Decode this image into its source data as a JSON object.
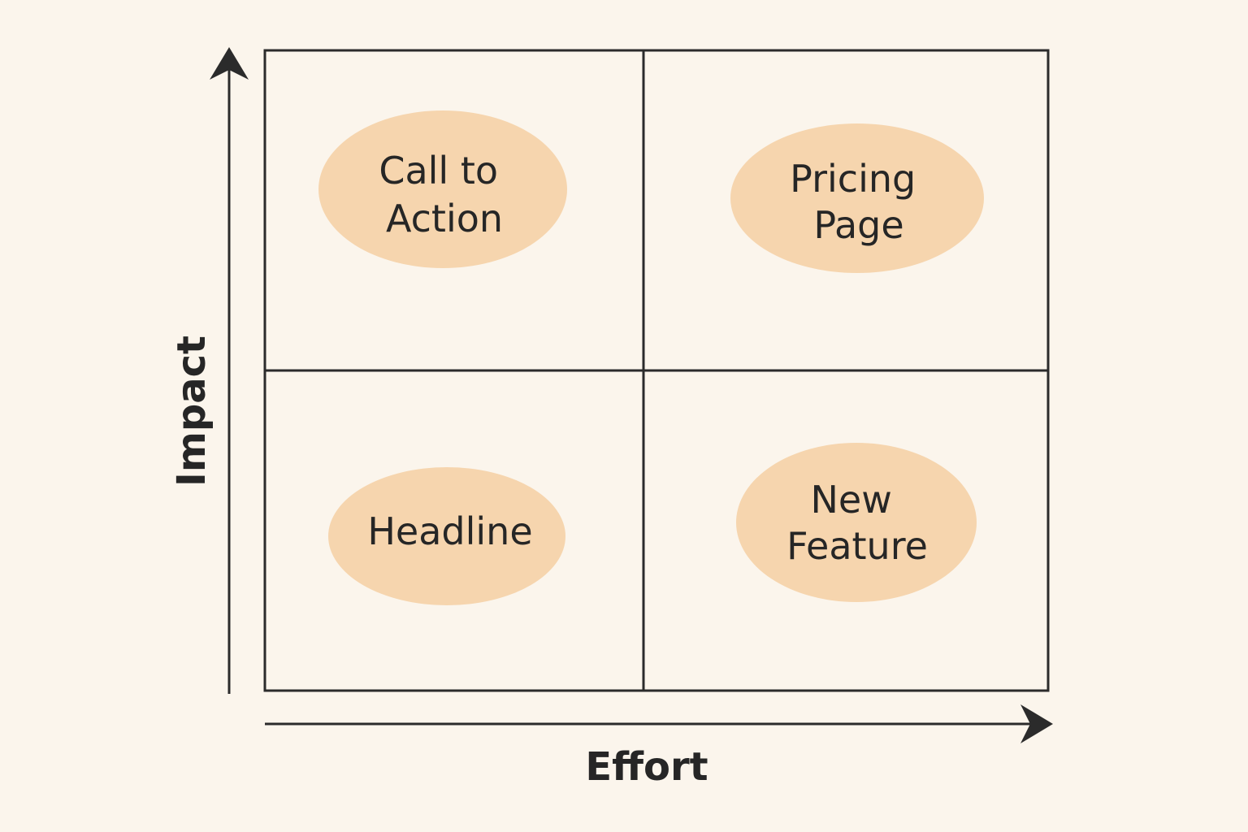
{
  "diagram": {
    "x_axis": {
      "label": "Effort"
    },
    "y_axis": {
      "label": "Impact"
    },
    "quadrants": [
      {
        "position": "top-left",
        "label_lines": [
          "Call to",
          "Action"
        ]
      },
      {
        "position": "top-right",
        "label_lines": [
          "Pricing",
          "Page"
        ]
      },
      {
        "position": "bottom-left",
        "label_lines": [
          "Headline"
        ]
      },
      {
        "position": "bottom-right",
        "label_lines": [
          "New",
          "Feature"
        ]
      }
    ]
  },
  "colors": {
    "background": "#FBF5EC",
    "line": "#2B2B2B",
    "bubble": "#F6D5AE",
    "text": "#262626"
  }
}
